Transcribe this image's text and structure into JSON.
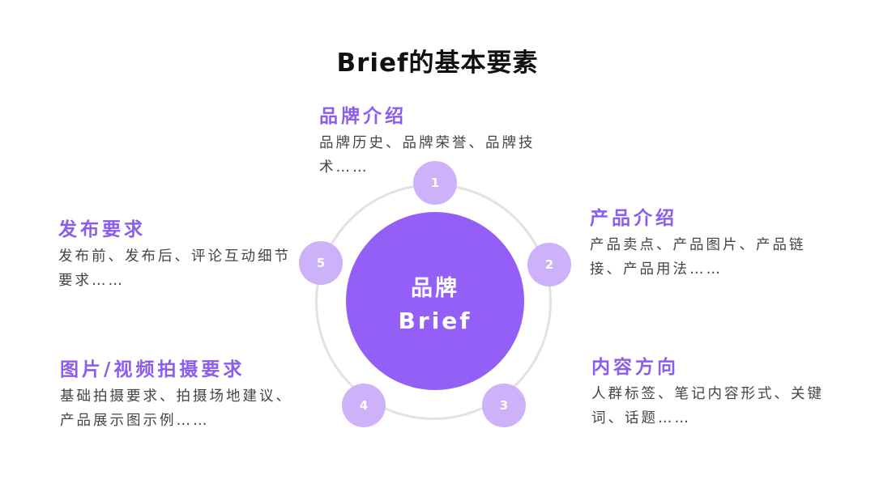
{
  "title": "Brief的基本要素",
  "center": {
    "line1": "品牌",
    "line2": "Brief",
    "color": "#945ff7"
  },
  "ring_color": "#e2e2e2",
  "node_color": "#cdb1f9",
  "heading_color": "#8b5cf0",
  "nodes": [
    {
      "number": "1",
      "heading": "品牌介绍",
      "description": "品牌历史、品牌荣誉、品牌技术……"
    },
    {
      "number": "2",
      "heading": "产品介绍",
      "description": "产品卖点、产品图片、产品链接、产品用法……"
    },
    {
      "number": "3",
      "heading": "内容方向",
      "description": "人群标签、笔记内容形式、关键词、话题……"
    },
    {
      "number": "4",
      "heading": "图片/视频拍摄要求",
      "description": "基础拍摄要求、拍摄场地建议、产品展示图示例……"
    },
    {
      "number": "5",
      "heading": "发布要求",
      "description": "发布前、发布后、评论互动细节要求……"
    }
  ]
}
